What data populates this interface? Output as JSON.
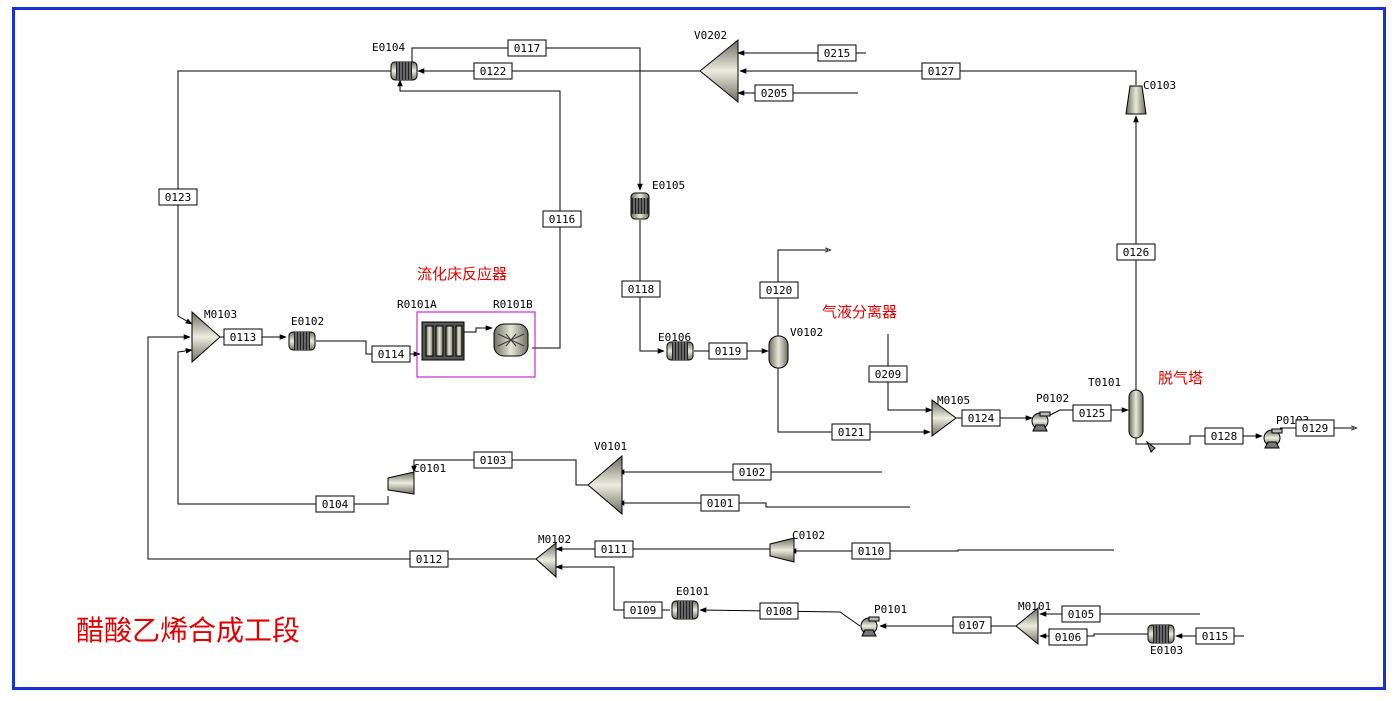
{
  "annotations": {
    "title": "醋酸乙烯合成工段",
    "reactor_label": "流化床反应器",
    "separator_label": "气液分离器",
    "degas_label": "脱气塔"
  },
  "equipment": {
    "E0104": "E0104",
    "V0202": "V0202",
    "C0103": "C0103",
    "E0105": "E0105",
    "M0103": "M0103",
    "E0102": "E0102",
    "R0101A": "R0101A",
    "R0101B": "R0101B",
    "E0106": "E0106",
    "V0102": "V0102",
    "M0105": "M0105",
    "P0102": "P0102",
    "T0101": "T0101",
    "P0103": "P0103",
    "V0101": "V0101",
    "C0101": "C0101",
    "M0102": "M0102",
    "C0102": "C0102",
    "E0101": "E0101",
    "P0101": "P0101",
    "M0101": "M0101",
    "E0103": "E0103"
  },
  "streams": {
    "s0117": "0117",
    "s0215": "0215",
    "s0122": "0122",
    "s0127": "0127",
    "s0205": "0205",
    "s0123": "0123",
    "s0116": "0116",
    "s0126": "0126",
    "s0118": "0118",
    "s0120": "0120",
    "s0113": "0113",
    "s0114": "0114",
    "s0119": "0119",
    "s0209": "0209",
    "s0124": "0124",
    "s0125": "0125",
    "s0121": "0121",
    "s0128": "0128",
    "s0129": "0129",
    "s0103": "0103",
    "s0102": "0102",
    "s0104": "0104",
    "s0101": "0101",
    "s0111": "0111",
    "s0110": "0110",
    "s0112": "0112",
    "s0109": "0109",
    "s0108": "0108",
    "s0105": "0105",
    "s0107": "0107",
    "s0106": "0106",
    "s0115": "0115"
  },
  "colors": {
    "frame": "#1a2fd6",
    "annotation": "#e00000",
    "reactor_box": "#c000c0"
  }
}
